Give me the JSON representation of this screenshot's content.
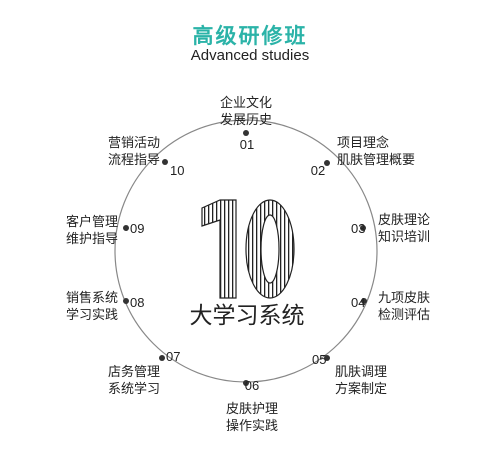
{
  "header": {
    "title": "高级研修班",
    "subtitle": "Advanced studies"
  },
  "center": {
    "big_number": "10",
    "caption": "大学习系统"
  },
  "items": [
    {
      "num": "01",
      "line1": "企业文化",
      "line2": "发展历史"
    },
    {
      "num": "02",
      "line1": "项目理念",
      "line2": "肌肤管理概要"
    },
    {
      "num": "03",
      "line1": "皮肤理论",
      "line2": "知识培训"
    },
    {
      "num": "04",
      "line1": "九项皮肤",
      "line2": "检测评估"
    },
    {
      "num": "05",
      "line1": "肌肤调理",
      "line2": "方案制定"
    },
    {
      "num": "06",
      "line1": "皮肤护理",
      "line2": "操作实践"
    },
    {
      "num": "07",
      "line1": "店务管理",
      "line2": "系统学习"
    },
    {
      "num": "08",
      "line1": "销售系统",
      "line2": "学习实践"
    },
    {
      "num": "09",
      "line1": "客户管理",
      "line2": "维护指导"
    },
    {
      "num": "10",
      "line1": "营销活动",
      "line2": "流程指导"
    }
  ],
  "colors": {
    "accent": "#2bb3a8",
    "text": "#222222",
    "ring": "#888888"
  }
}
